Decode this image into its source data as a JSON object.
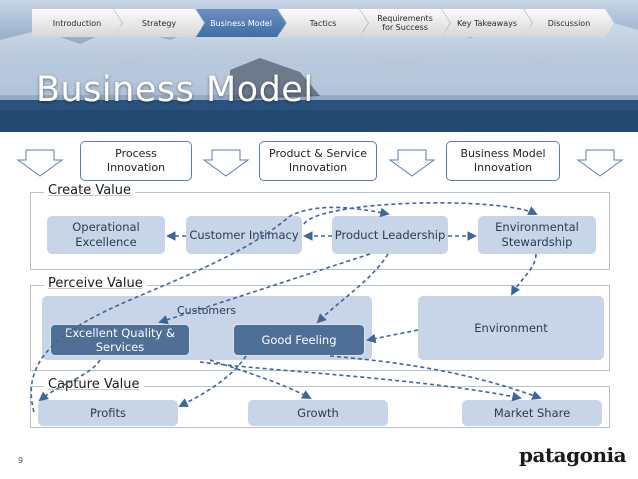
{
  "nav": {
    "steps": [
      "Introduction",
      "Strategy",
      "Business Model",
      "Tactics",
      "Requirements for Success",
      "Key Takeaways",
      "Discussion"
    ],
    "active_index": 2
  },
  "title": "Business Model",
  "innovations": [
    "Process Innovation",
    "Product & Service Innovation",
    "Business Model Innovation"
  ],
  "sections": {
    "create": {
      "label": "Create Value",
      "items": [
        "Operational Excellence",
        "Customer Intimacy",
        "Product Leadership",
        "Environmental Stewardship"
      ]
    },
    "perceive": {
      "label": "Perceive Value",
      "customers_label": "Customers",
      "items": [
        "Excellent Quality & Services",
        "Good Feeling",
        "Environment"
      ]
    },
    "capture": {
      "label": "Capture Value",
      "items": [
        "Profits",
        "Growth",
        "Market Share"
      ]
    }
  },
  "slide_number": "9",
  "logo_text": "patagonia",
  "colors": {
    "box_fill": "#c8d4e8",
    "box_dark": "#4f6f97",
    "arrow": "#3e6699",
    "active_step": "#4a78b0"
  }
}
